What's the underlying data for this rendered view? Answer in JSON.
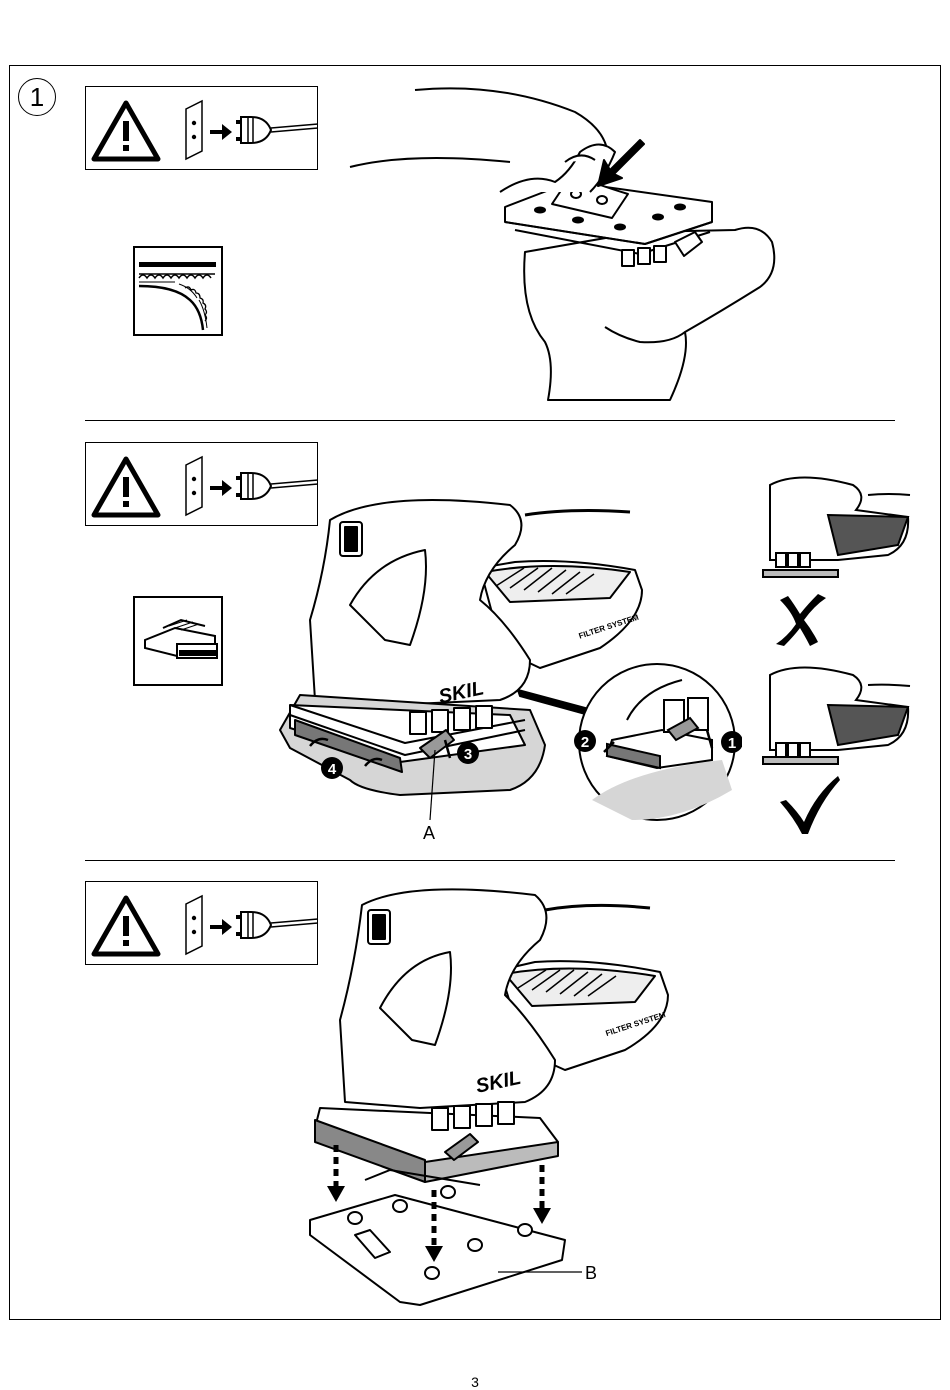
{
  "figure": {
    "number": "1"
  },
  "callouts": {
    "clamp_lever": "A",
    "base_plate": "B"
  },
  "steps": {
    "one": "1",
    "two": "2",
    "three": "3",
    "four": "4"
  },
  "product": {
    "brand": "SKIL",
    "filter_label": "FILTER SYSTEM"
  },
  "sections": [
    {
      "warning_icons": [
        "warning-triangle-icon",
        "unplug-icon"
      ],
      "aux_icon": "hook-and-loop-icon"
    },
    {
      "warning_icons": [
        "warning-triangle-icon",
        "unplug-icon"
      ],
      "aux_icon": "clamp-sheet-icon",
      "wrong_mark": "cross-icon",
      "right_mark": "check-icon"
    },
    {
      "warning_icons": [
        "warning-triangle-icon",
        "unplug-icon"
      ]
    }
  ],
  "footer": {
    "page_number": "3"
  }
}
